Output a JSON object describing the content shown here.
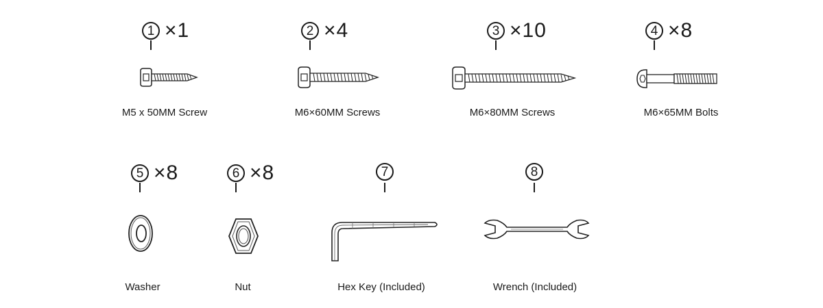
{
  "parts": [
    {
      "id": "1",
      "number": "1",
      "quantity": "×1",
      "label": "M5 x 50MM  Screw",
      "icon": "screw-icon"
    },
    {
      "id": "2",
      "number": "2",
      "quantity": "×4",
      "label": "M6×60MM Screws",
      "icon": "screw-icon"
    },
    {
      "id": "3",
      "number": "3",
      "quantity": "×10",
      "label": "M6×80MM Screws",
      "icon": "screw-icon"
    },
    {
      "id": "4",
      "number": "4",
      "quantity": "×8",
      "label": "M6×65MM Bolts",
      "icon": "bolt-icon"
    },
    {
      "id": "5",
      "number": "5",
      "quantity": "×8",
      "label": "Washer",
      "icon": "washer-icon"
    },
    {
      "id": "6",
      "number": "6",
      "quantity": "×8",
      "label": "Nut",
      "icon": "nut-icon"
    },
    {
      "id": "7",
      "number": "7",
      "quantity": "",
      "label": "Hex Key (Included)",
      "icon": "hex-key-icon"
    },
    {
      "id": "8",
      "number": "8",
      "quantity": "",
      "label": "Wrench (Included)",
      "icon": "wrench-icon"
    }
  ]
}
